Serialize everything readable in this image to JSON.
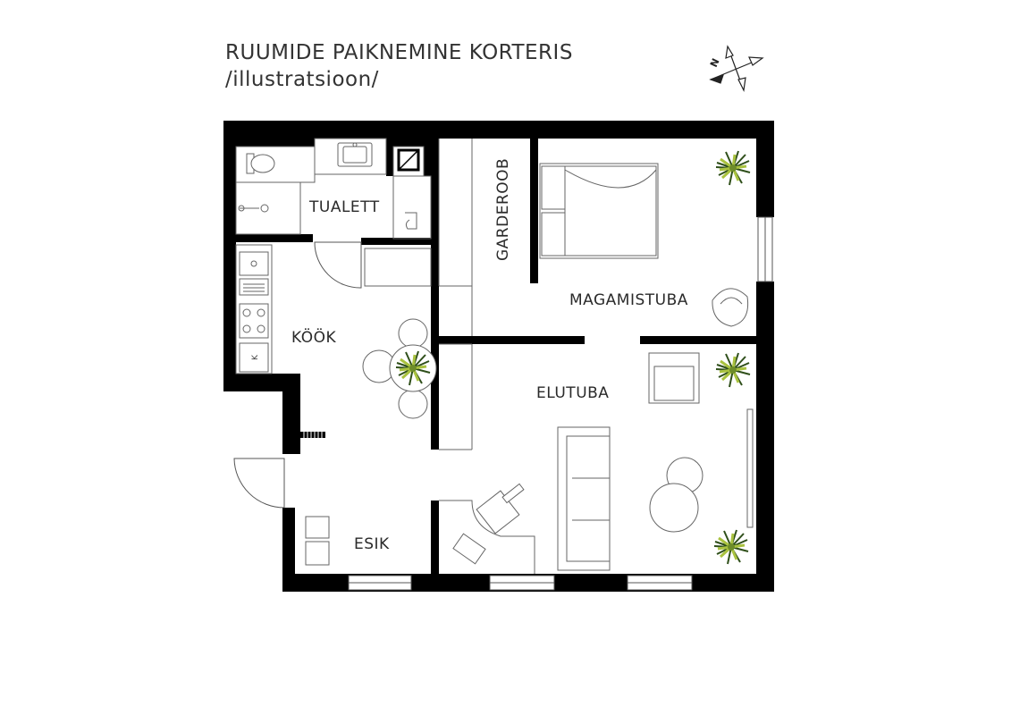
{
  "header": {
    "title": "RUUMIDE PAIKNEMINE KORTERIS",
    "subtitle": "/illustratsioon/"
  },
  "compass": {
    "label": "N"
  },
  "rooms": {
    "toilet": "TUALETT",
    "wardrobe": "GARDEROOB",
    "bedroom": "MAGAMISTUBA",
    "kitchen": "KÖÖK",
    "living": "ELUTUBA",
    "hall": "ESIK"
  },
  "fixtures": {
    "fridge": "K"
  },
  "colors": {
    "wall": "#000000",
    "line": "#555555",
    "text": "#333333",
    "plant_light": "#a9c23f",
    "plant_dark": "#2f4f1a"
  },
  "icons": [
    "compass-icon",
    "toilet-icon",
    "sink-icon",
    "shower-icon",
    "bed-icon",
    "armchair-icon",
    "sofa-icon",
    "dining-table-icon",
    "desk-icon",
    "plant-icon",
    "stove-icon",
    "door-swing-icon"
  ]
}
